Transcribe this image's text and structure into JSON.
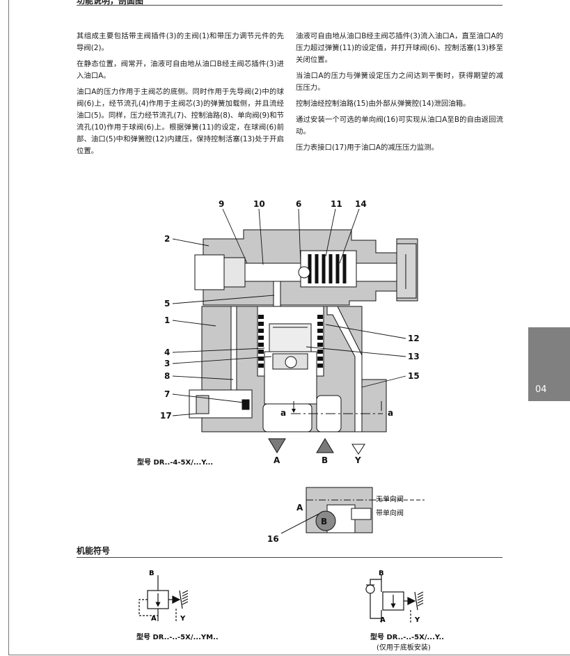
{
  "header": {
    "title": "功能说明，剖面图"
  },
  "text": {
    "left_paragraphs": [
      "其组成主要包括带主阀插件(3)的主阀(1)和带压力调节元件的先导阀(2)。",
      "在静态位置，阀常开，油液可自由地从油口B经主阀芯插件(3)进入油口A。",
      "油口A的压力作用于主阀芯的底侧。同时作用于先导阀(2)中的球阀(6)上，经节流孔(4)作用于主阀芯(3)的弹簧加载侧，并且流经油口(5)。同样，压力经节流孔(7)、控制油路(8)、单向阀(9)和节流孔(10)作用于球阀(6)上。根据弹簧(11)的设定，在球阀(6)前部、油口(5)中和弹簧腔(12)内建压，保持控制活塞(13)处于开启位置。"
    ],
    "right_paragraphs": [
      "油液可自由地从油口B经主阀芯插件(3)流入油口A，直至油口A的压力超过弹簧(11)的设定值，并打开球阀(6)、控制活塞(13)移至关闭位置。",
      "当油口A的压力与弹簧设定压力之间达到平衡时，获得期望的减压压力。",
      "控制油经控制油路(15)由外部从弹簧腔(14)泄回油箱。",
      "通过安装一个可选的单向阀(16)可实现从油口A至B的自由返回流动。",
      "压力表接口(17)用于油口A的减压压力监测。"
    ]
  },
  "side_tab": {
    "label": "04"
  },
  "section_view": {
    "callouts": {
      "n9": "9",
      "n10": "10",
      "n6": "6",
      "n11": "11",
      "n14": "14",
      "n2": "2",
      "n5": "5",
      "n1": "1",
      "n4": "4",
      "n3": "3",
      "n8": "8",
      "n7": "7",
      "n17": "17",
      "n12": "12",
      "n13": "13",
      "n15": "15",
      "n16": "16"
    },
    "port_a_inner": "a",
    "port_a_outer": "a",
    "port_A": "A",
    "port_B": "B",
    "port_Y": "Y",
    "type_label": "型号 DR..-4-5X/...Y..."
  },
  "inset": {
    "label_A": "A",
    "label_B": "B",
    "without_check": "无单向阀",
    "with_check": "带单向阀",
    "callout": "16"
  },
  "symbols_section": {
    "heading": "机能符号",
    "symbol_left": {
      "B": "B",
      "A": "A",
      "Y": "Y",
      "caption": "型号 DR..-..-5X/...YM.."
    },
    "symbol_right": {
      "B": "B",
      "A": "A",
      "Y": "Y",
      "caption_line1": "型号 DR..-..-5X/...Y..",
      "caption_line2": "(仅用于底板安装)"
    }
  },
  "colors": {
    "housing_gray": "#c8c8c8",
    "dark_gray": "#8a8a8a",
    "tab_gray": "#808080",
    "ink": "#111111"
  }
}
